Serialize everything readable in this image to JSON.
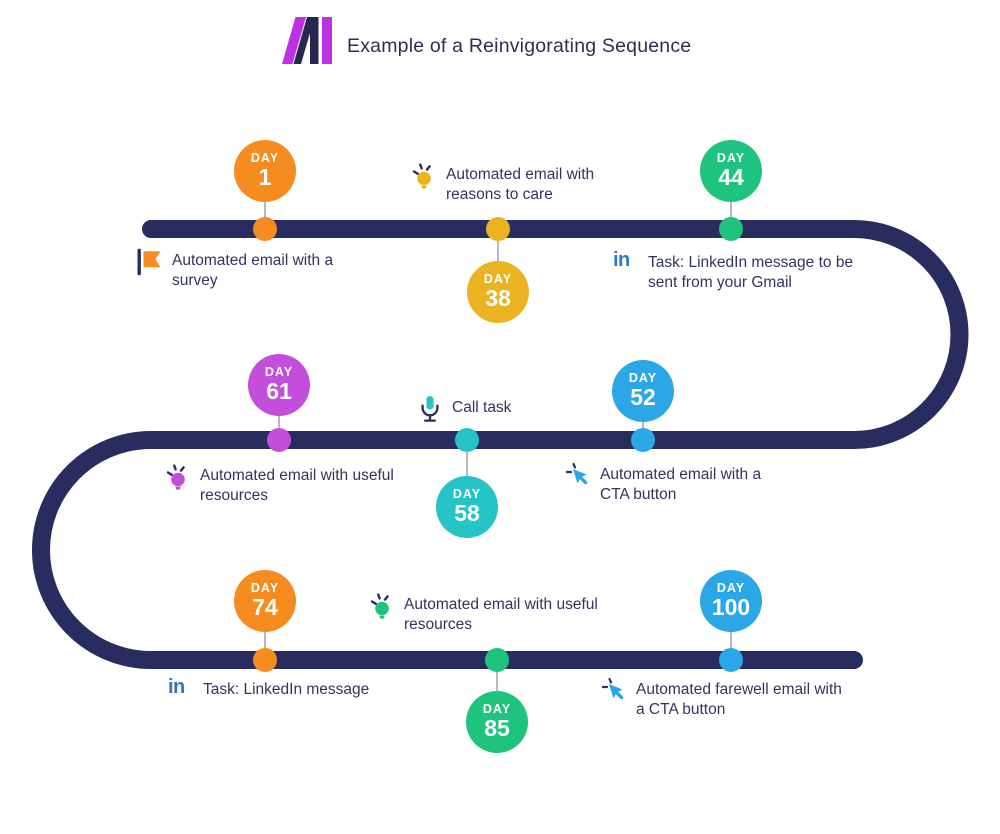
{
  "header": {
    "title": "Example of a Reinvigorating Sequence"
  },
  "colors": {
    "track_navy": "#292c5e",
    "connector_gray": "#b7b8c4",
    "label_text": "#31355f",
    "title_text": "#2c2f55",
    "linkedin_blue": "#2e79bd",
    "logo_magenta": "#bb31e3",
    "logo_navy": "#272850"
  },
  "timeline": {
    "nodes": [
      {
        "day_label": "DAY",
        "day_number": "1",
        "color": "#f68b1f",
        "icon": "flag-icon",
        "text": "Automated email with a survey"
      },
      {
        "day_label": "DAY",
        "day_number": "38",
        "color": "#ecb321",
        "icon": "bulb-icon",
        "text": "Automated email with reasons to care"
      },
      {
        "day_label": "DAY",
        "day_number": "44",
        "color": "#1ec47d",
        "icon": "linkedin-icon",
        "icon_text": "in",
        "text": "Task: LinkedIn message to be sent from your Gmail"
      },
      {
        "day_label": "DAY",
        "day_number": "61",
        "color": "#c44edc",
        "icon": "bulb-icon",
        "text": "Automated email with useful resources"
      },
      {
        "day_label": "DAY",
        "day_number": "58",
        "color": "#27c4c7",
        "icon": "mic-icon",
        "text": "Call task"
      },
      {
        "day_label": "DAY",
        "day_number": "52",
        "color": "#2ba7e8",
        "icon": "cursor-icon",
        "text": "Automated email with a CTA button"
      },
      {
        "day_label": "DAY",
        "day_number": "74",
        "color": "#f68b1f",
        "icon": "linkedin-icon",
        "icon_text": "in",
        "text": "Task: LinkedIn message"
      },
      {
        "day_label": "DAY",
        "day_number": "85",
        "color": "#1ec47d",
        "icon": "bulb-icon",
        "text": "Automated email with useful resources"
      },
      {
        "day_label": "DAY",
        "day_number": "100",
        "color": "#2ba7e8",
        "icon": "cursor-icon",
        "text": "Automated farewell email with a CTA button"
      }
    ]
  }
}
